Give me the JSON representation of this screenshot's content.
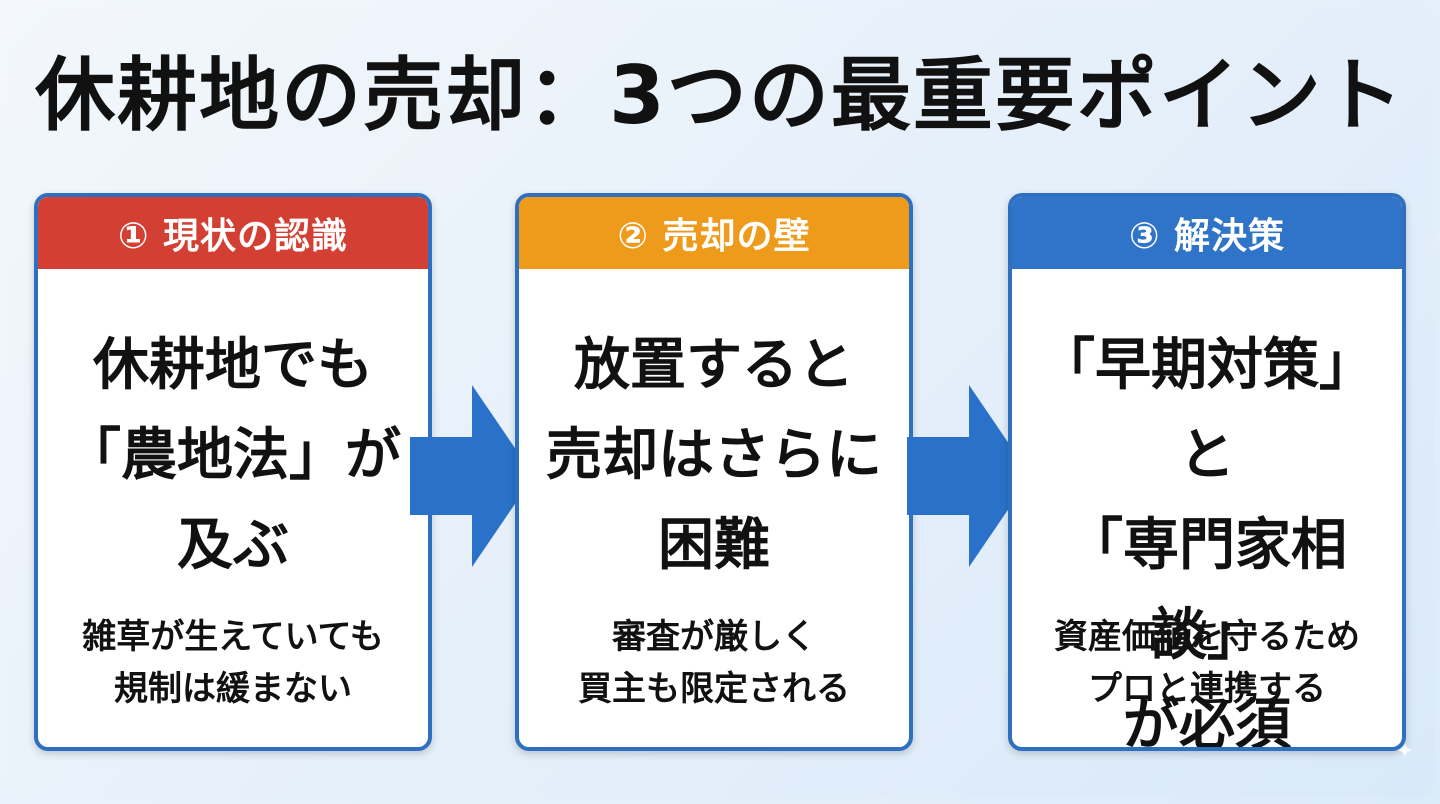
{
  "title": "休耕地の売却：3つの最重要ポイント",
  "colors": {
    "card1_header": "#d43f33",
    "card2_header": "#ee9a1a",
    "card3_header": "#2f74c8",
    "card_border": "#2f6fbf",
    "arrow": "#2a72c9"
  },
  "cards": [
    {
      "header": "① 現状の認識",
      "main": "休耕地でも\n「農地法」が\n及ぶ",
      "sub": "雑草が生えていても\n規制は緩まない"
    },
    {
      "header": "② 売却の壁",
      "main": "放置すると\n売却はさらに\n困難",
      "sub": "審査が厳しく\n買主も限定される"
    },
    {
      "header": "③ 解決策",
      "main": "「早期対策」と\n「専門家相談」\nが必須",
      "sub": "資産価値を守るため\nプロと連携する"
    }
  ],
  "icons": {
    "arrow1": "right-arrow-icon",
    "arrow2": "right-arrow-icon",
    "sparkle": "sparkle-icon"
  }
}
